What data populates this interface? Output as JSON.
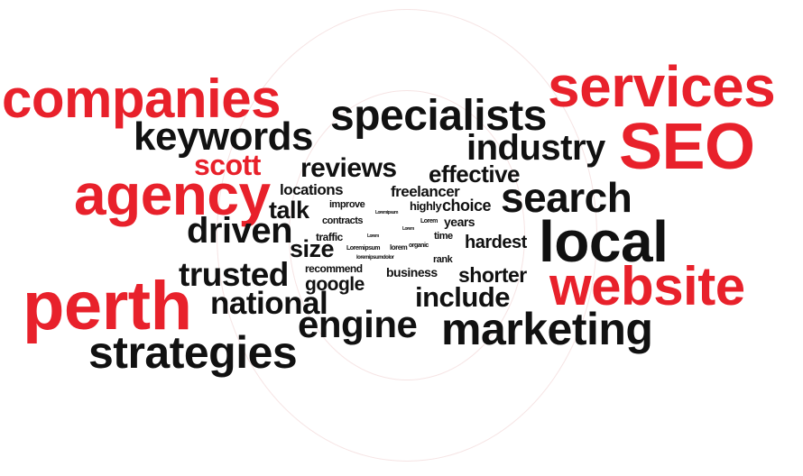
{
  "accent_color": "#e8212b",
  "words": {
    "companies": "companies",
    "services": "services",
    "seo": "SEO",
    "specialists": "specialists",
    "keywords": "keywords",
    "industry": "industry",
    "scott": "scott",
    "reviews": "reviews",
    "effective": "effective",
    "agency": "agency",
    "locations": "locations",
    "freelancer": "freelancer",
    "search": "search",
    "talk": "talk",
    "improve": "improve",
    "highly": "highly",
    "choice": "choice",
    "loremipsum1": "Loremipsum",
    "contracts": "contracts",
    "lorem1": "Lorem",
    "years": "years",
    "lorem2": "Lorem",
    "driven": "driven",
    "local": "local",
    "traffic": "traffic",
    "lorem3": "Lorem",
    "time": "time",
    "hardest": "hardest",
    "size": "size",
    "loremipsum2": "Loremipsum",
    "lorem4": "lorem",
    "organic": "organic",
    "loremipsumdolor": "loremipsumdolor",
    "rank": "rank",
    "trusted": "trusted",
    "recommend": "recommend",
    "business": "business",
    "shorter": "shorter",
    "website": "website",
    "google": "google",
    "perth": "perth",
    "national": "national",
    "include": "include",
    "engine": "engine",
    "marketing": "marketing",
    "strategies": "strategies"
  }
}
